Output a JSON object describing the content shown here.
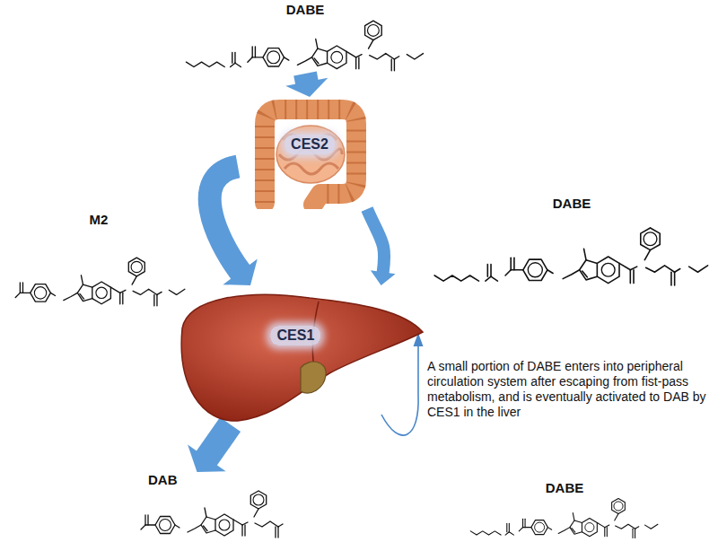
{
  "diagram": {
    "nodes": [
      {
        "text": [
          "DABE"
        ]
      },
      {
        "text": [
          "CES2"
        ]
      },
      {
        "text": [
          "M2"
        ]
      },
      {
        "text": [
          "DABE"
        ]
      },
      {
        "text": [
          "CES1"
        ]
      },
      {
        "text": [
          "DAB"
        ]
      },
      {
        "text": [
          "DABE"
        ]
      }
    ],
    "edges": [
      {
        "from": 0,
        "to": 1,
        "arrow": "to"
      },
      {
        "from": 1,
        "to": 4,
        "arrow": "to"
      },
      {
        "from": 1,
        "to": 4,
        "arrow": "to"
      },
      {
        "from": 4,
        "to": 5,
        "arrow": "to"
      }
    ],
    "labels": [
      "A small portion of DABE enters into peripheral circulation system after escaping from fist-pass metabolism, and is eventually activated to DAB by CES1 in the liver"
    ]
  }
}
